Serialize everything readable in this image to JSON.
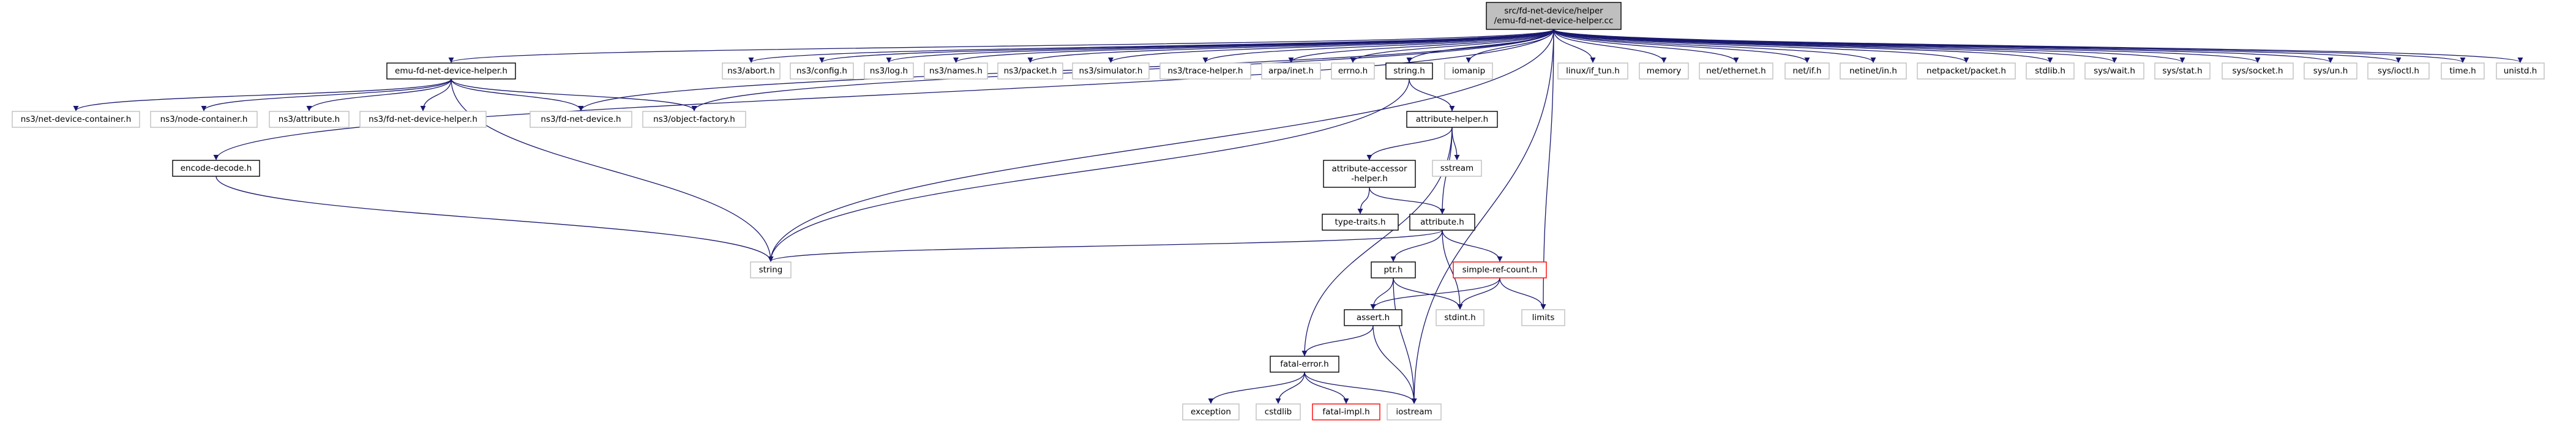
{
  "colors": {
    "edge": "#191970",
    "root_fill": "#bfbfbf",
    "root_border": "#000000",
    "node_border": "#000000",
    "external_border": "#bfbfbf",
    "missing_border": "#ff0000",
    "text": "#000000"
  },
  "nodes": [
    {
      "id": "root",
      "label": "src/fd-net-device/helper\n/emu-fd-net-device-helper.cc",
      "kind": "root"
    },
    {
      "id": "emu_helper",
      "label": "emu-fd-net-device-helper.h",
      "kind": "local"
    },
    {
      "id": "encode_decode",
      "label": "encode-decode.h",
      "kind": "local"
    },
    {
      "id": "ns3_abort",
      "label": "ns3/abort.h",
      "kind": "external"
    },
    {
      "id": "ns3_config",
      "label": "ns3/config.h",
      "kind": "external"
    },
    {
      "id": "ns3_log",
      "label": "ns3/log.h",
      "kind": "external"
    },
    {
      "id": "ns3_names",
      "label": "ns3/names.h",
      "kind": "external"
    },
    {
      "id": "ns3_packet",
      "label": "ns3/packet.h",
      "kind": "external"
    },
    {
      "id": "ns3_simulator",
      "label": "ns3/simulator.h",
      "kind": "external"
    },
    {
      "id": "ns3_trace_helper",
      "label": "ns3/trace-helper.h",
      "kind": "external"
    },
    {
      "id": "arpa_inet",
      "label": "arpa/inet.h",
      "kind": "external"
    },
    {
      "id": "errno",
      "label": "errno.h",
      "kind": "external"
    },
    {
      "id": "string_h",
      "label": "string.h",
      "kind": "local"
    },
    {
      "id": "iomanip",
      "label": "iomanip",
      "kind": "external"
    },
    {
      "id": "linux_if_tun",
      "label": "linux/if_tun.h",
      "kind": "external"
    },
    {
      "id": "memory",
      "label": "memory",
      "kind": "external"
    },
    {
      "id": "net_ethernet",
      "label": "net/ethernet.h",
      "kind": "external"
    },
    {
      "id": "net_if",
      "label": "net/if.h",
      "kind": "external"
    },
    {
      "id": "netinet_in",
      "label": "netinet/in.h",
      "kind": "external"
    },
    {
      "id": "netpacket",
      "label": "netpacket/packet.h",
      "kind": "external"
    },
    {
      "id": "stdlib",
      "label": "stdlib.h",
      "kind": "external"
    },
    {
      "id": "sys_wait",
      "label": "sys/wait.h",
      "kind": "external"
    },
    {
      "id": "sys_stat",
      "label": "sys/stat.h",
      "kind": "external"
    },
    {
      "id": "sys_socket",
      "label": "sys/socket.h",
      "kind": "external"
    },
    {
      "id": "sys_un",
      "label": "sys/un.h",
      "kind": "external"
    },
    {
      "id": "sys_ioctl",
      "label": "sys/ioctl.h",
      "kind": "external"
    },
    {
      "id": "time_h",
      "label": "time.h",
      "kind": "external"
    },
    {
      "id": "unistd",
      "label": "unistd.h",
      "kind": "external"
    },
    {
      "id": "ns3_net_device_container",
      "label": "ns3/net-device-container.h",
      "kind": "external"
    },
    {
      "id": "ns3_node_container",
      "label": "ns3/node-container.h",
      "kind": "external"
    },
    {
      "id": "ns3_attribute",
      "label": "ns3/attribute.h",
      "kind": "external"
    },
    {
      "id": "ns3_fd_net_device_helper",
      "label": "ns3/fd-net-device-helper.h",
      "kind": "external"
    },
    {
      "id": "ns3_fd_net_device",
      "label": "ns3/fd-net-device.h",
      "kind": "external"
    },
    {
      "id": "ns3_object_factory",
      "label": "ns3/object-factory.h",
      "kind": "external"
    },
    {
      "id": "attribute_helper",
      "label": "attribute-helper.h",
      "kind": "local"
    },
    {
      "id": "attribute_accessor_helper",
      "label": "attribute-accessor\n-helper.h",
      "kind": "local"
    },
    {
      "id": "sstream",
      "label": "sstream",
      "kind": "external"
    },
    {
      "id": "type_traits",
      "label": "type-traits.h",
      "kind": "local"
    },
    {
      "id": "attribute_h",
      "label": "attribute.h",
      "kind": "local"
    },
    {
      "id": "string",
      "label": "string",
      "kind": "external"
    },
    {
      "id": "ptr_h",
      "label": "ptr.h",
      "kind": "local"
    },
    {
      "id": "simple_ref_count",
      "label": "simple-ref-count.h",
      "kind": "missing"
    },
    {
      "id": "stdint",
      "label": "stdint.h",
      "kind": "external"
    },
    {
      "id": "limits",
      "label": "limits",
      "kind": "external"
    },
    {
      "id": "assert_h",
      "label": "assert.h",
      "kind": "local"
    },
    {
      "id": "fatal_error",
      "label": "fatal-error.h",
      "kind": "local"
    },
    {
      "id": "exception",
      "label": "exception",
      "kind": "external"
    },
    {
      "id": "cstdlib",
      "label": "cstdlib",
      "kind": "external"
    },
    {
      "id": "fatal_impl",
      "label": "fatal-impl.h",
      "kind": "missing"
    },
    {
      "id": "iostream",
      "label": "iostream",
      "kind": "external"
    }
  ],
  "edges": [
    [
      "root",
      "emu_helper"
    ],
    [
      "root",
      "encode_decode"
    ],
    [
      "root",
      "ns3_abort"
    ],
    [
      "root",
      "ns3_config"
    ],
    [
      "root",
      "ns3_log"
    ],
    [
      "root",
      "ns3_names"
    ],
    [
      "root",
      "ns3_packet"
    ],
    [
      "root",
      "ns3_simulator"
    ],
    [
      "root",
      "ns3_trace_helper"
    ],
    [
      "root",
      "arpa_inet"
    ],
    [
      "root",
      "errno"
    ],
    [
      "root",
      "string_h"
    ],
    [
      "root",
      "iomanip"
    ],
    [
      "root",
      "linux_if_tun"
    ],
    [
      "root",
      "memory"
    ],
    [
      "root",
      "net_ethernet"
    ],
    [
      "root",
      "net_if"
    ],
    [
      "root",
      "netinet_in"
    ],
    [
      "root",
      "netpacket"
    ],
    [
      "root",
      "stdlib"
    ],
    [
      "root",
      "sys_wait"
    ],
    [
      "root",
      "sys_stat"
    ],
    [
      "root",
      "sys_socket"
    ],
    [
      "root",
      "sys_un"
    ],
    [
      "root",
      "sys_ioctl"
    ],
    [
      "root",
      "time_h"
    ],
    [
      "root",
      "unistd"
    ],
    [
      "root",
      "ns3_fd_net_device"
    ],
    [
      "root",
      "ns3_object_factory"
    ],
    [
      "root",
      "string"
    ],
    [
      "root",
      "limits"
    ],
    [
      "root",
      "iostream"
    ],
    [
      "emu_helper",
      "ns3_net_device_container"
    ],
    [
      "emu_helper",
      "ns3_node_container"
    ],
    [
      "emu_helper",
      "ns3_attribute"
    ],
    [
      "emu_helper",
      "ns3_fd_net_device_helper"
    ],
    [
      "emu_helper",
      "ns3_fd_net_device"
    ],
    [
      "emu_helper",
      "ns3_object_factory"
    ],
    [
      "emu_helper",
      "string"
    ],
    [
      "encode_decode",
      "string"
    ],
    [
      "string_h",
      "attribute_helper"
    ],
    [
      "string_h",
      "string"
    ],
    [
      "attribute_helper",
      "attribute_accessor_helper"
    ],
    [
      "attribute_helper",
      "sstream"
    ],
    [
      "attribute_helper",
      "attribute_h"
    ],
    [
      "attribute_helper",
      "fatal_error"
    ],
    [
      "attribute_accessor_helper",
      "type_traits"
    ],
    [
      "attribute_accessor_helper",
      "attribute_h"
    ],
    [
      "attribute_h",
      "string"
    ],
    [
      "attribute_h",
      "ptr_h"
    ],
    [
      "attribute_h",
      "simple_ref_count"
    ],
    [
      "attribute_h",
      "stdint"
    ],
    [
      "ptr_h",
      "stdint"
    ],
    [
      "ptr_h",
      "assert_h"
    ],
    [
      "ptr_h",
      "iostream"
    ],
    [
      "simple_ref_count",
      "assert_h"
    ],
    [
      "simple_ref_count",
      "stdint"
    ],
    [
      "simple_ref_count",
      "limits"
    ],
    [
      "assert_h",
      "fatal_error"
    ],
    [
      "assert_h",
      "iostream"
    ],
    [
      "fatal_error",
      "exception"
    ],
    [
      "fatal_error",
      "cstdlib"
    ],
    [
      "fatal_error",
      "fatal_impl"
    ],
    [
      "fatal_error",
      "iostream"
    ]
  ]
}
